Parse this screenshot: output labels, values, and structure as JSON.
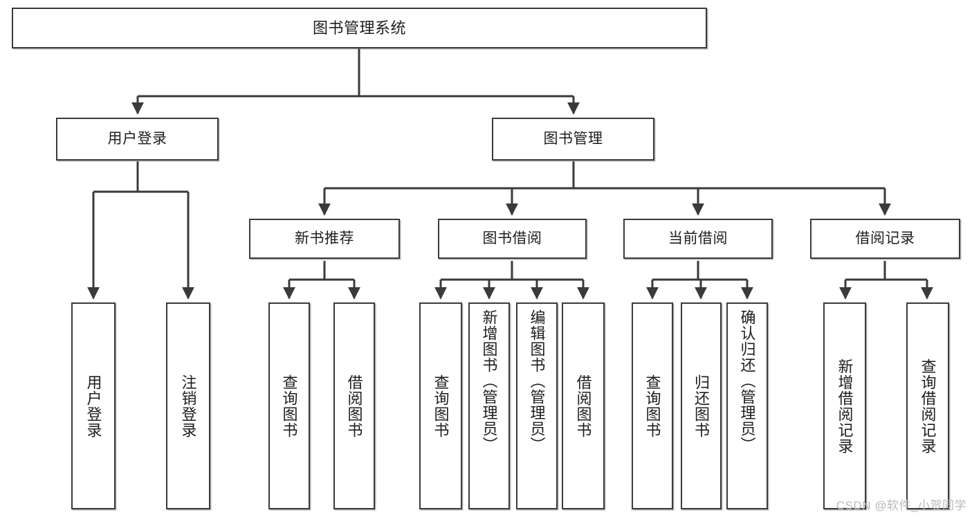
{
  "diagram": {
    "title": "图书管理系统",
    "watermark": "CSDN @软件_小贺同学",
    "line_color": "#3a3a3a",
    "box_fill": "#ffffff",
    "text_color": "#1d1d1d",
    "root": {
      "label": "图书管理系统"
    },
    "level2": [
      {
        "label": "用户登录"
      },
      {
        "label": "图书管理"
      }
    ],
    "level3": [
      {
        "label": "新书推荐"
      },
      {
        "label": "图书借阅"
      },
      {
        "label": "当前借阅"
      },
      {
        "label": "借阅记录"
      }
    ],
    "leaves": {
      "user_login": [
        {
          "label": "用户登录"
        },
        {
          "label": "注销登录"
        }
      ],
      "new_book_recommend": [
        {
          "label": "查询图书"
        },
        {
          "label": "借阅图书"
        }
      ],
      "book_borrow": [
        {
          "label": "查询图书"
        },
        {
          "label": "新增图书（管理员）"
        },
        {
          "label": "编辑图书（管理员）"
        },
        {
          "label": "借阅图书"
        }
      ],
      "current_borrow": [
        {
          "label": "查询图书"
        },
        {
          "label": "归还图书"
        },
        {
          "label": "确认归还（管理员）"
        }
      ],
      "borrow_record": [
        {
          "label": "新增借阅记录"
        },
        {
          "label": "查询借阅记录"
        }
      ]
    }
  }
}
